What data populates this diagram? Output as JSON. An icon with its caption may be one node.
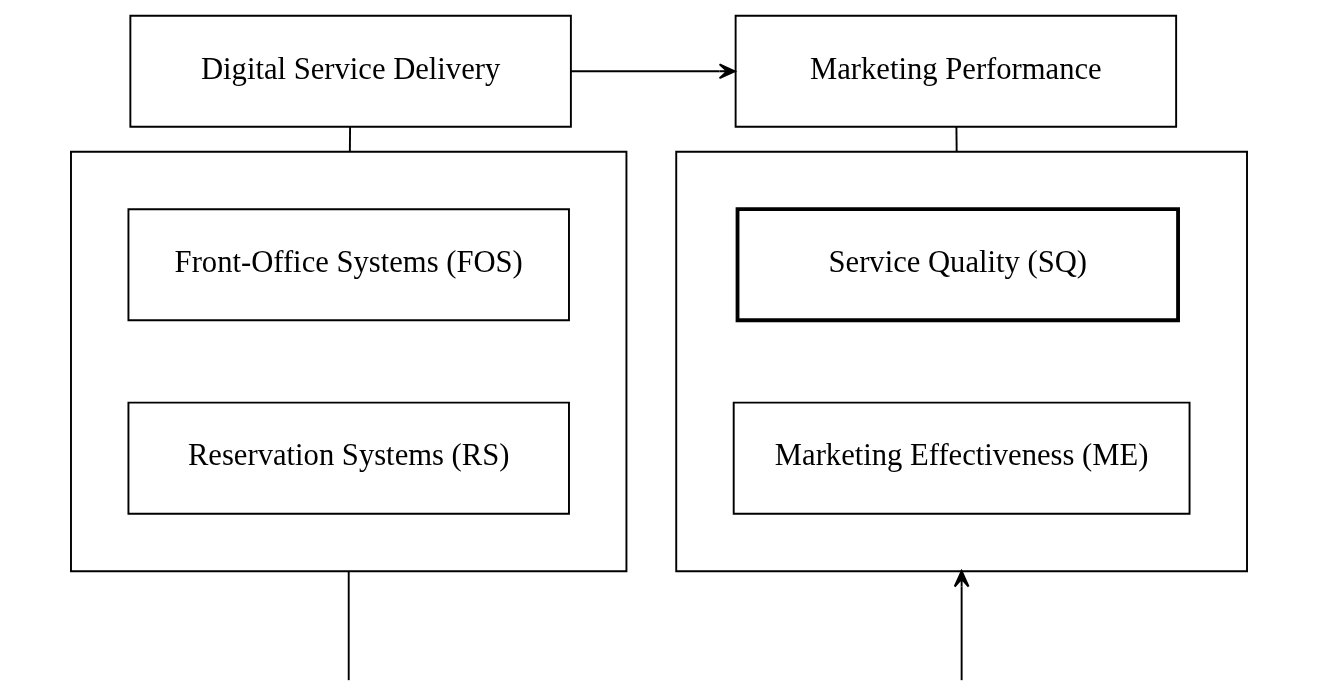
{
  "diagram": {
    "nodes": [
      {
        "text": [
          "Digital Service Delivery"
        ]
      },
      {
        "text": [
          "Marketing Performance"
        ]
      },
      {
        "text": [],
        "shape": "box"
      },
      {
        "text": [
          "Front-Office Systems (FOS)"
        ],
        "in": 2
      },
      {
        "text": [
          "Reservation Systems (RS)"
        ],
        "in": 2
      },
      {
        "text": [],
        "shape": "box"
      },
      {
        "text": [
          "Service Quality (SQ)"
        ],
        "in": 5
      },
      {
        "text": [
          "Marketing Effectiveness (ME)"
        ],
        "in": 5
      }
    ],
    "edges": [
      {
        "from": 0,
        "to": 1,
        "arrow": "to"
      },
      {
        "from": 0,
        "to": 2,
        "arrow": "none"
      },
      {
        "from": 1,
        "to": 5,
        "arrow": "none"
      },
      {
        "from": 2,
        "to": null,
        "arrow": "none"
      },
      {
        "from": null,
        "to": 5,
        "arrow": "to"
      }
    ]
  }
}
